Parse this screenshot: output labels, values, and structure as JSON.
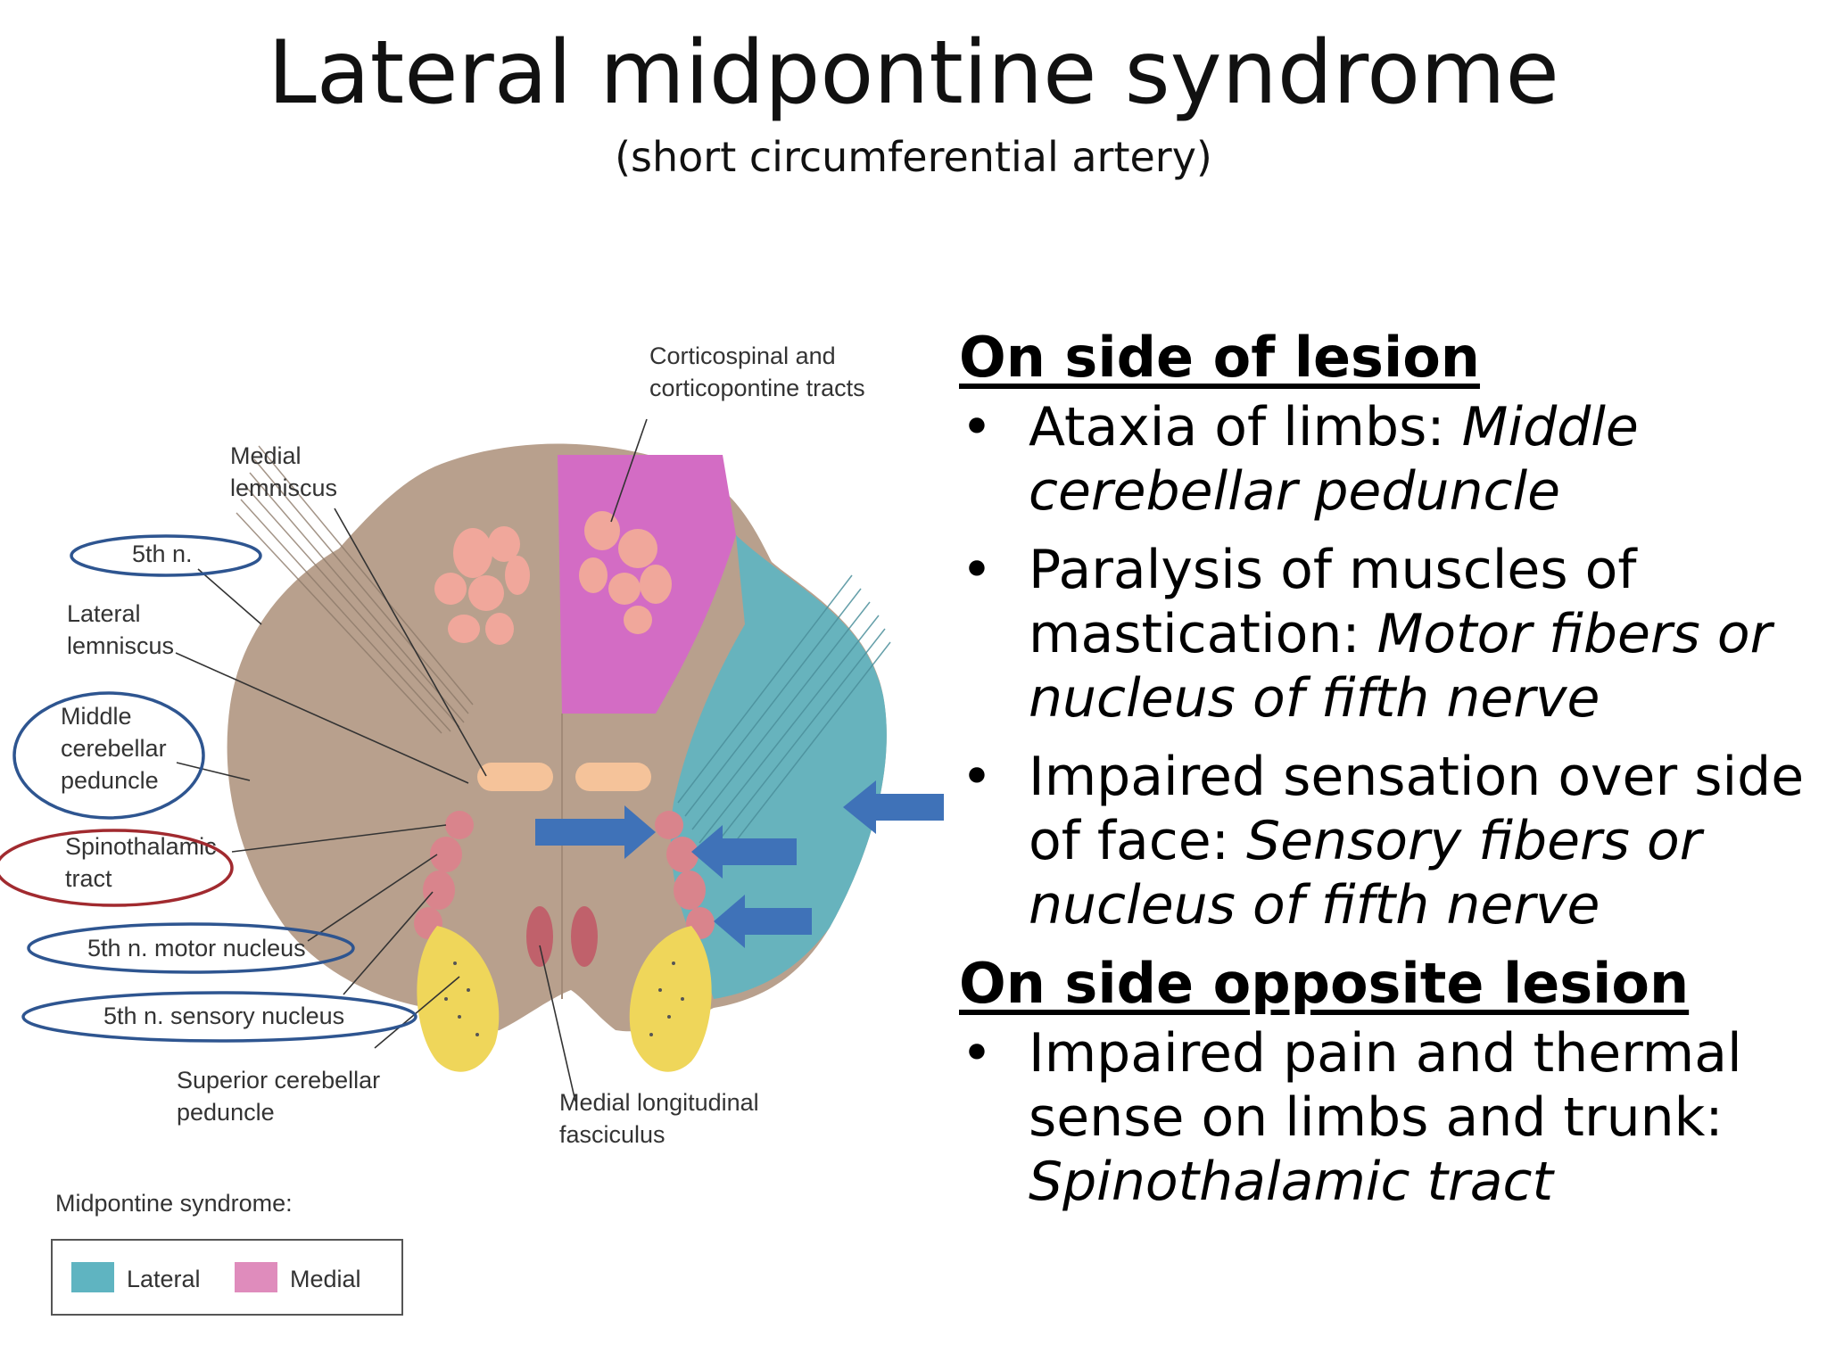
{
  "slide": {
    "title": "Lateral midpontine syndrome",
    "subtitle": "(short circumferential artery)"
  },
  "diagram": {
    "labels": {
      "corticospinal_line1": "Corticospinal and",
      "corticospinal_line2": "corticopontine tracts",
      "medial_lemniscus_line1": "Medial",
      "medial_lemniscus_line2": "lemniscus",
      "fifth_nerve": "5th n.",
      "lateral_lemniscus_line1": "Lateral",
      "lateral_lemniscus_line2": "lemniscus",
      "middle_cerebellar_line1": "Middle",
      "middle_cerebellar_line2": "cerebellar",
      "middle_cerebellar_line3": "peduncle",
      "spinothalamic_line1": "Spinothalamic",
      "spinothalamic_line2": "tract",
      "motor_nucleus": "5th n. motor nucleus",
      "sensory_nucleus": "5th n. sensory nucleus",
      "superior_cerebellar_line1": "Superior cerebellar",
      "superior_cerebellar_line2": "peduncle",
      "mlf_line1": "Medial longitudinal",
      "mlf_line2": "fasciculus"
    },
    "legend": {
      "title": "Midpontine syndrome:",
      "items": [
        {
          "label": "Lateral",
          "color": "#5fb4c1"
        },
        {
          "label": "Medial",
          "color": "#df8cbc"
        }
      ]
    },
    "colors": {
      "pons": "#b8a08d",
      "lateral_zone": "#5fb4c1",
      "medial_zone": "#d36cc4",
      "pontine_nuclei": "#f0a79b",
      "nuclei": "#d9848c",
      "superior_peduncle": "#efd65a",
      "arrow": "#3f72b8",
      "circle_blue": "#2e5590",
      "circle_red": "#a12a2f"
    }
  },
  "content": {
    "section1": {
      "heading": "On side of lesion",
      "bullets": [
        {
          "text": "Ataxia of limbs: ",
          "italic": "Middle cerebellar peduncle"
        },
        {
          "text": "Paralysis of muscles of mastication: ",
          "italic": "Motor fibers or nucleus of fifth nerve"
        },
        {
          "text": "Impaired sensation over side of face: ",
          "italic": "Sensory fibers or nucleus of fifth nerve"
        }
      ]
    },
    "section2": {
      "heading": "On side opposite lesion",
      "bullets": [
        {
          "text": "Impaired pain and thermal sense on limbs and trunk: ",
          "italic": "Spinothalamic tract"
        }
      ]
    },
    "bullet_glyph": "•"
  }
}
